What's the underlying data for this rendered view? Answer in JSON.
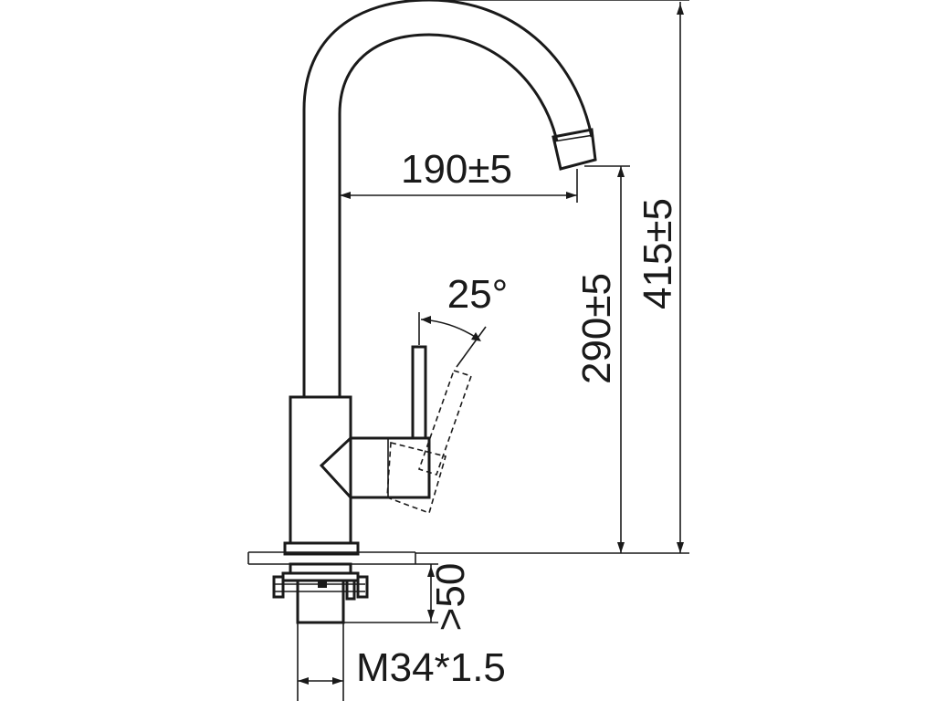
{
  "drawing": {
    "dimensions": {
      "reach": "190±5",
      "spout_height": "290±5",
      "total_height": "415±5",
      "lever_angle": "25°",
      "mount_depth": ">50",
      "thread": "M34*1.5"
    },
    "line_color": "#1a1a1a"
  }
}
